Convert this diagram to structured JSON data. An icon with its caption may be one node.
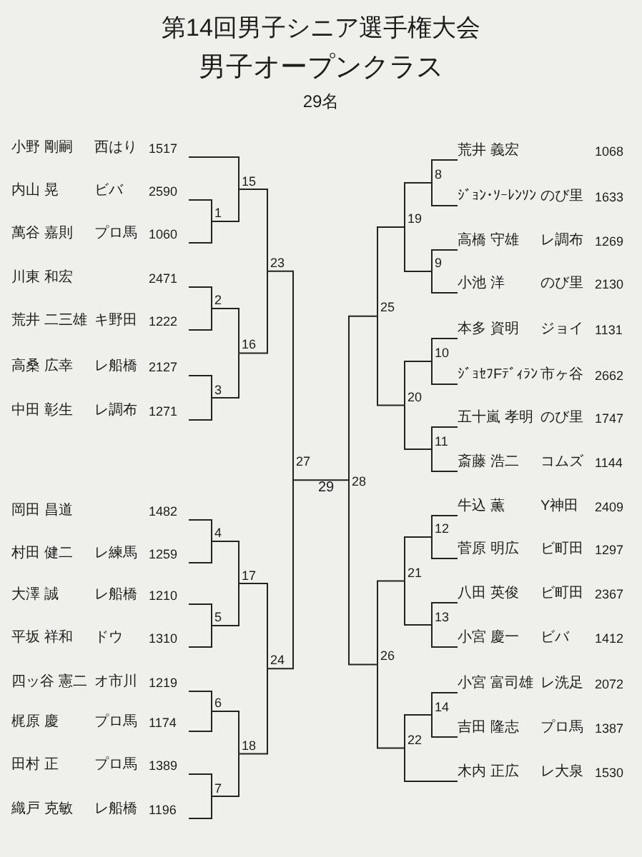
{
  "diagram": {
    "title": "第14回男子シニア選手権大会",
    "labels": [
      "男子オープンクラス",
      "29名"
    ],
    "nodes": [
      {
        "text": [
          "小野 剛嗣",
          "西はり",
          "1517"
        ]
      },
      {
        "text": [
          "内山 晃",
          "ビバ",
          "2590"
        ]
      },
      {
        "text": [
          "萬谷 嘉則",
          "プロ馬",
          "1060"
        ]
      },
      {
        "text": [
          "川東 和宏",
          "2471"
        ]
      },
      {
        "text": [
          "荒井 二三雄",
          "キ野田",
          "1222"
        ]
      },
      {
        "text": [
          "高桑 広幸",
          "レ船橋",
          "2127"
        ]
      },
      {
        "text": [
          "中田 彰生",
          "レ調布",
          "1271"
        ]
      },
      {
        "text": [
          "岡田 昌道",
          "1482"
        ]
      },
      {
        "text": [
          "村田 健二",
          "レ練馬",
          "1259"
        ]
      },
      {
        "text": [
          "大澤 誠",
          "レ船橋",
          "1210"
        ]
      },
      {
        "text": [
          "平坂 祥和",
          "ドウ",
          "1310"
        ]
      },
      {
        "text": [
          "四ッ谷 憲二",
          "オ市川",
          "1219"
        ]
      },
      {
        "text": [
          "梶原 慶",
          "プロ馬",
          "1174"
        ]
      },
      {
        "text": [
          "田村 正",
          "プロ馬",
          "1389"
        ]
      },
      {
        "text": [
          "織戸 克敏",
          "レ船橋",
          "1196"
        ]
      },
      {
        "text": [
          "荒井 義宏",
          "1068"
        ]
      },
      {
        "text": [
          "ｼﾞｮﾝ･ｿｰﾚﾝｿﾝ",
          "のび里",
          "1633"
        ]
      },
      {
        "text": [
          "高橋 守雄",
          "レ調布",
          "1269"
        ]
      },
      {
        "text": [
          "小池 洋",
          "のび里",
          "2130"
        ]
      },
      {
        "text": [
          "本多 資明",
          "ジョイ",
          "1131"
        ]
      },
      {
        "text": [
          "ｼﾞｮｾﾌFﾃﾞｨﾗﾝ",
          "市ヶ谷",
          "2662"
        ]
      },
      {
        "text": [
          "五十嵐 孝明",
          "のび里",
          "1747"
        ]
      },
      {
        "text": [
          "斎藤 浩二",
          "コムズ",
          "1144"
        ]
      },
      {
        "text": [
          "牛込 薫",
          "Y神田",
          "2409"
        ]
      },
      {
        "text": [
          "菅原 明広",
          "ビ町田",
          "1297"
        ]
      },
      {
        "text": [
          "八田 英俊",
          "ビ町田",
          "2367"
        ]
      },
      {
        "text": [
          "小宮 慶一",
          "ビバ",
          "1412"
        ]
      },
      {
        "text": [
          "小宮 富司雄",
          "レ洗足",
          "2072"
        ]
      },
      {
        "text": [
          "吉田 隆志",
          "プロ馬",
          "1387"
        ]
      },
      {
        "text": [
          "木内 正広",
          "レ大泉",
          "1530"
        ]
      },
      {
        "text": [
          "1"
        ]
      },
      {
        "text": [
          "2"
        ]
      },
      {
        "text": [
          "3"
        ]
      },
      {
        "text": [
          "4"
        ]
      },
      {
        "text": [
          "5"
        ]
      },
      {
        "text": [
          "6"
        ]
      },
      {
        "text": [
          "7"
        ]
      },
      {
        "text": [
          "8"
        ]
      },
      {
        "text": [
          "9"
        ]
      },
      {
        "text": [
          "10"
        ]
      },
      {
        "text": [
          "11"
        ]
      },
      {
        "text": [
          "12"
        ]
      },
      {
        "text": [
          "13"
        ]
      },
      {
        "text": [
          "14"
        ]
      },
      {
        "text": [
          "15"
        ]
      },
      {
        "text": [
          "16"
        ]
      },
      {
        "text": [
          "17"
        ]
      },
      {
        "text": [
          "18"
        ]
      },
      {
        "text": [
          "19"
        ]
      },
      {
        "text": [
          "20"
        ]
      },
      {
        "text": [
          "21"
        ]
      },
      {
        "text": [
          "22"
        ]
      },
      {
        "text": [
          "23"
        ]
      },
      {
        "text": [
          "24"
        ]
      },
      {
        "text": [
          "25"
        ]
      },
      {
        "text": [
          "26"
        ]
      },
      {
        "text": [
          "27"
        ]
      },
      {
        "text": [
          "28"
        ]
      },
      {
        "text": [
          "29"
        ]
      }
    ],
    "edges": [
      {
        "from": 1,
        "to": 30,
        "arrow": "none"
      },
      {
        "from": 2,
        "to": 30,
        "arrow": "none"
      },
      {
        "from": 3,
        "to": 31,
        "arrow": "none"
      },
      {
        "from": 4,
        "to": 31,
        "arrow": "none"
      },
      {
        "from": 5,
        "to": 32,
        "arrow": "none"
      },
      {
        "from": 6,
        "to": 32,
        "arrow": "none"
      },
      {
        "from": 7,
        "to": 33,
        "arrow": "none"
      },
      {
        "from": 8,
        "to": 33,
        "arrow": "none"
      },
      {
        "from": 9,
        "to": 34,
        "arrow": "none"
      },
      {
        "from": 10,
        "to": 34,
        "arrow": "none"
      },
      {
        "from": 11,
        "to": 35,
        "arrow": "none"
      },
      {
        "from": 12,
        "to": 35,
        "arrow": "none"
      },
      {
        "from": 13,
        "to": 36,
        "arrow": "none"
      },
      {
        "from": 14,
        "to": 36,
        "arrow": "none"
      },
      {
        "from": 15,
        "to": 37,
        "arrow": "none"
      },
      {
        "from": 16,
        "to": 37,
        "arrow": "none"
      },
      {
        "from": 17,
        "to": 38,
        "arrow": "none"
      },
      {
        "from": 18,
        "to": 38,
        "arrow": "none"
      },
      {
        "from": 19,
        "to": 39,
        "arrow": "none"
      },
      {
        "from": 20,
        "to": 39,
        "arrow": "none"
      },
      {
        "from": 21,
        "to": 40,
        "arrow": "none"
      },
      {
        "from": 22,
        "to": 40,
        "arrow": "none"
      },
      {
        "from": 23,
        "to": 41,
        "arrow": "none"
      },
      {
        "from": 24,
        "to": 41,
        "arrow": "none"
      },
      {
        "from": 25,
        "to": 42,
        "arrow": "none"
      },
      {
        "from": 26,
        "to": 42,
        "arrow": "none"
      },
      {
        "from": 27,
        "to": 43,
        "arrow": "none"
      },
      {
        "from": 28,
        "to": 43,
        "arrow": "none"
      },
      {
        "from": 0,
        "to": 44,
        "arrow": "none"
      },
      {
        "from": 30,
        "to": 44,
        "arrow": "none"
      },
      {
        "from": 31,
        "to": 45,
        "arrow": "none"
      },
      {
        "from": 32,
        "to": 45,
        "arrow": "none"
      },
      {
        "from": 33,
        "to": 46,
        "arrow": "none"
      },
      {
        "from": 34,
        "to": 46,
        "arrow": "none"
      },
      {
        "from": 35,
        "to": 47,
        "arrow": "none"
      },
      {
        "from": 36,
        "to": 47,
        "arrow": "none"
      },
      {
        "from": 37,
        "to": 48,
        "arrow": "none"
      },
      {
        "from": 38,
        "to": 48,
        "arrow": "none"
      },
      {
        "from": 39,
        "to": 49,
        "arrow": "none"
      },
      {
        "from": 40,
        "to": 49,
        "arrow": "none"
      },
      {
        "from": 41,
        "to": 50,
        "arrow": "none"
      },
      {
        "from": 42,
        "to": 50,
        "arrow": "none"
      },
      {
        "from": 43,
        "to": 51,
        "arrow": "none"
      },
      {
        "from": 29,
        "to": 51,
        "arrow": "none"
      },
      {
        "from": 44,
        "to": 52,
        "arrow": "none"
      },
      {
        "from": 45,
        "to": 52,
        "arrow": "none"
      },
      {
        "from": 46,
        "to": 53,
        "arrow": "none"
      },
      {
        "from": 47,
        "to": 53,
        "arrow": "none"
      },
      {
        "from": 48,
        "to": 54,
        "arrow": "none"
      },
      {
        "from": 49,
        "to": 54,
        "arrow": "none"
      },
      {
        "from": 50,
        "to": 55,
        "arrow": "none"
      },
      {
        "from": 51,
        "to": 55,
        "arrow": "none"
      },
      {
        "from": 52,
        "to": 56,
        "arrow": "none"
      },
      {
        "from": 53,
        "to": 56,
        "arrow": "none"
      },
      {
        "from": 54,
        "to": 57,
        "arrow": "none"
      },
      {
        "from": 55,
        "to": 57,
        "arrow": "none"
      },
      {
        "from": 56,
        "to": 58,
        "arrow": "none"
      },
      {
        "from": 57,
        "to": 58,
        "arrow": "none"
      }
    ]
  }
}
